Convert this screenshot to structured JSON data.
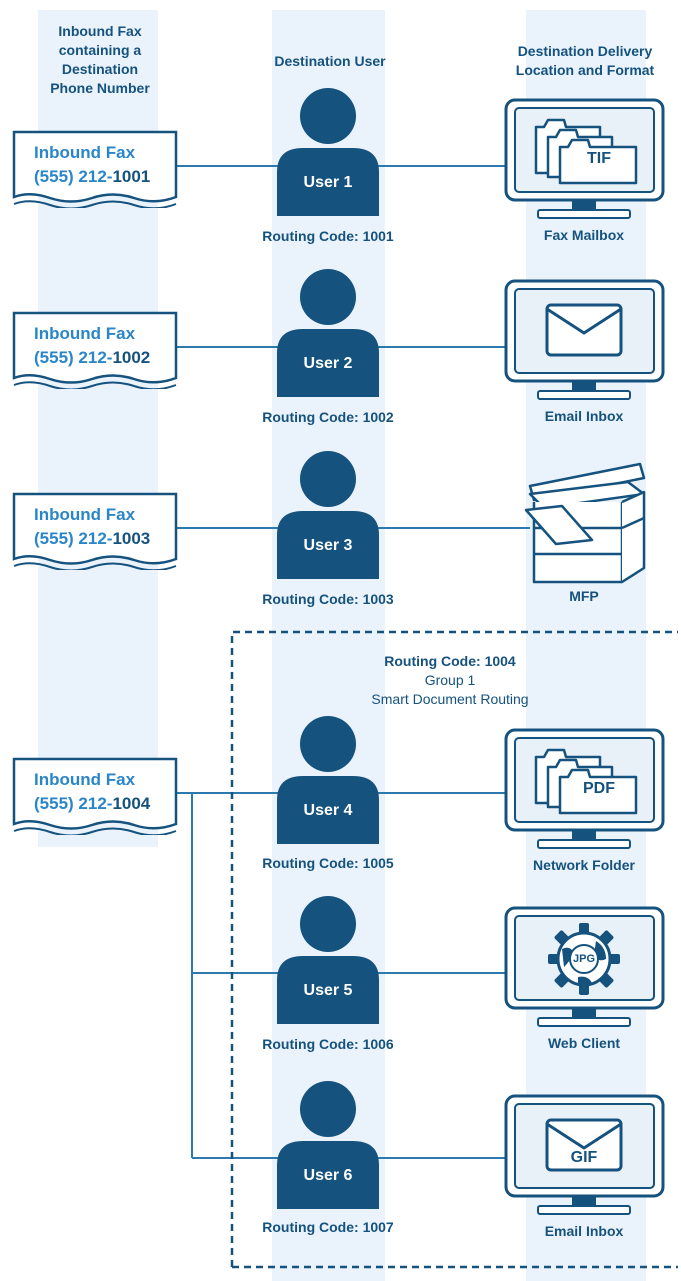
{
  "headers": {
    "col1": [
      "Inbound Fax",
      "containing a",
      "Destination",
      "Phone Number"
    ],
    "col2": "Destination User",
    "col3": [
      "Destination Delivery",
      "Location and Format"
    ]
  },
  "colors": {
    "primary": "#15527e",
    "accent": "#2a86c9",
    "lane": "#eaf3fb",
    "screen": "#e8f1f8"
  },
  "faxes": [
    {
      "label": "Inbound Fax",
      "prefix": "(555) 212-",
      "ext": "1001"
    },
    {
      "label": "Inbound Fax",
      "prefix": "(555) 212-",
      "ext": "1002"
    },
    {
      "label": "Inbound Fax",
      "prefix": "(555) 212-",
      "ext": "1003"
    },
    {
      "label": "Inbound Fax",
      "prefix": "(555) 212-",
      "ext": "1004"
    }
  ],
  "users": [
    {
      "name": "User 1",
      "routing": "Routing Code: 1001"
    },
    {
      "name": "User 2",
      "routing": "Routing Code: 1002"
    },
    {
      "name": "User 3",
      "routing": "Routing Code: 1003"
    },
    {
      "name": "User 4",
      "routing": "Routing Code: 1005"
    },
    {
      "name": "User 5",
      "routing": "Routing Code: 1006"
    },
    {
      "name": "User 6",
      "routing": "Routing Code: 1007"
    }
  ],
  "group": {
    "code": "Routing Code: 1004",
    "name": "Group 1",
    "description": "Smart Document Routing"
  },
  "destinations": [
    {
      "label": "Fax Mailbox",
      "icon": "folder-monitor-icon",
      "format": "TIF"
    },
    {
      "label": "Email Inbox",
      "icon": "envelope-monitor-icon",
      "format": ""
    },
    {
      "label": "MFP",
      "icon": "printer-icon",
      "format": ""
    },
    {
      "label": "Network Folder",
      "icon": "folder-monitor-icon",
      "format": "PDF"
    },
    {
      "label": "Web Client",
      "icon": "globe-gear-monitor-icon",
      "format": "JPG"
    },
    {
      "label": "Email Inbox",
      "icon": "envelope-monitor-icon",
      "format": "GIF"
    }
  ]
}
